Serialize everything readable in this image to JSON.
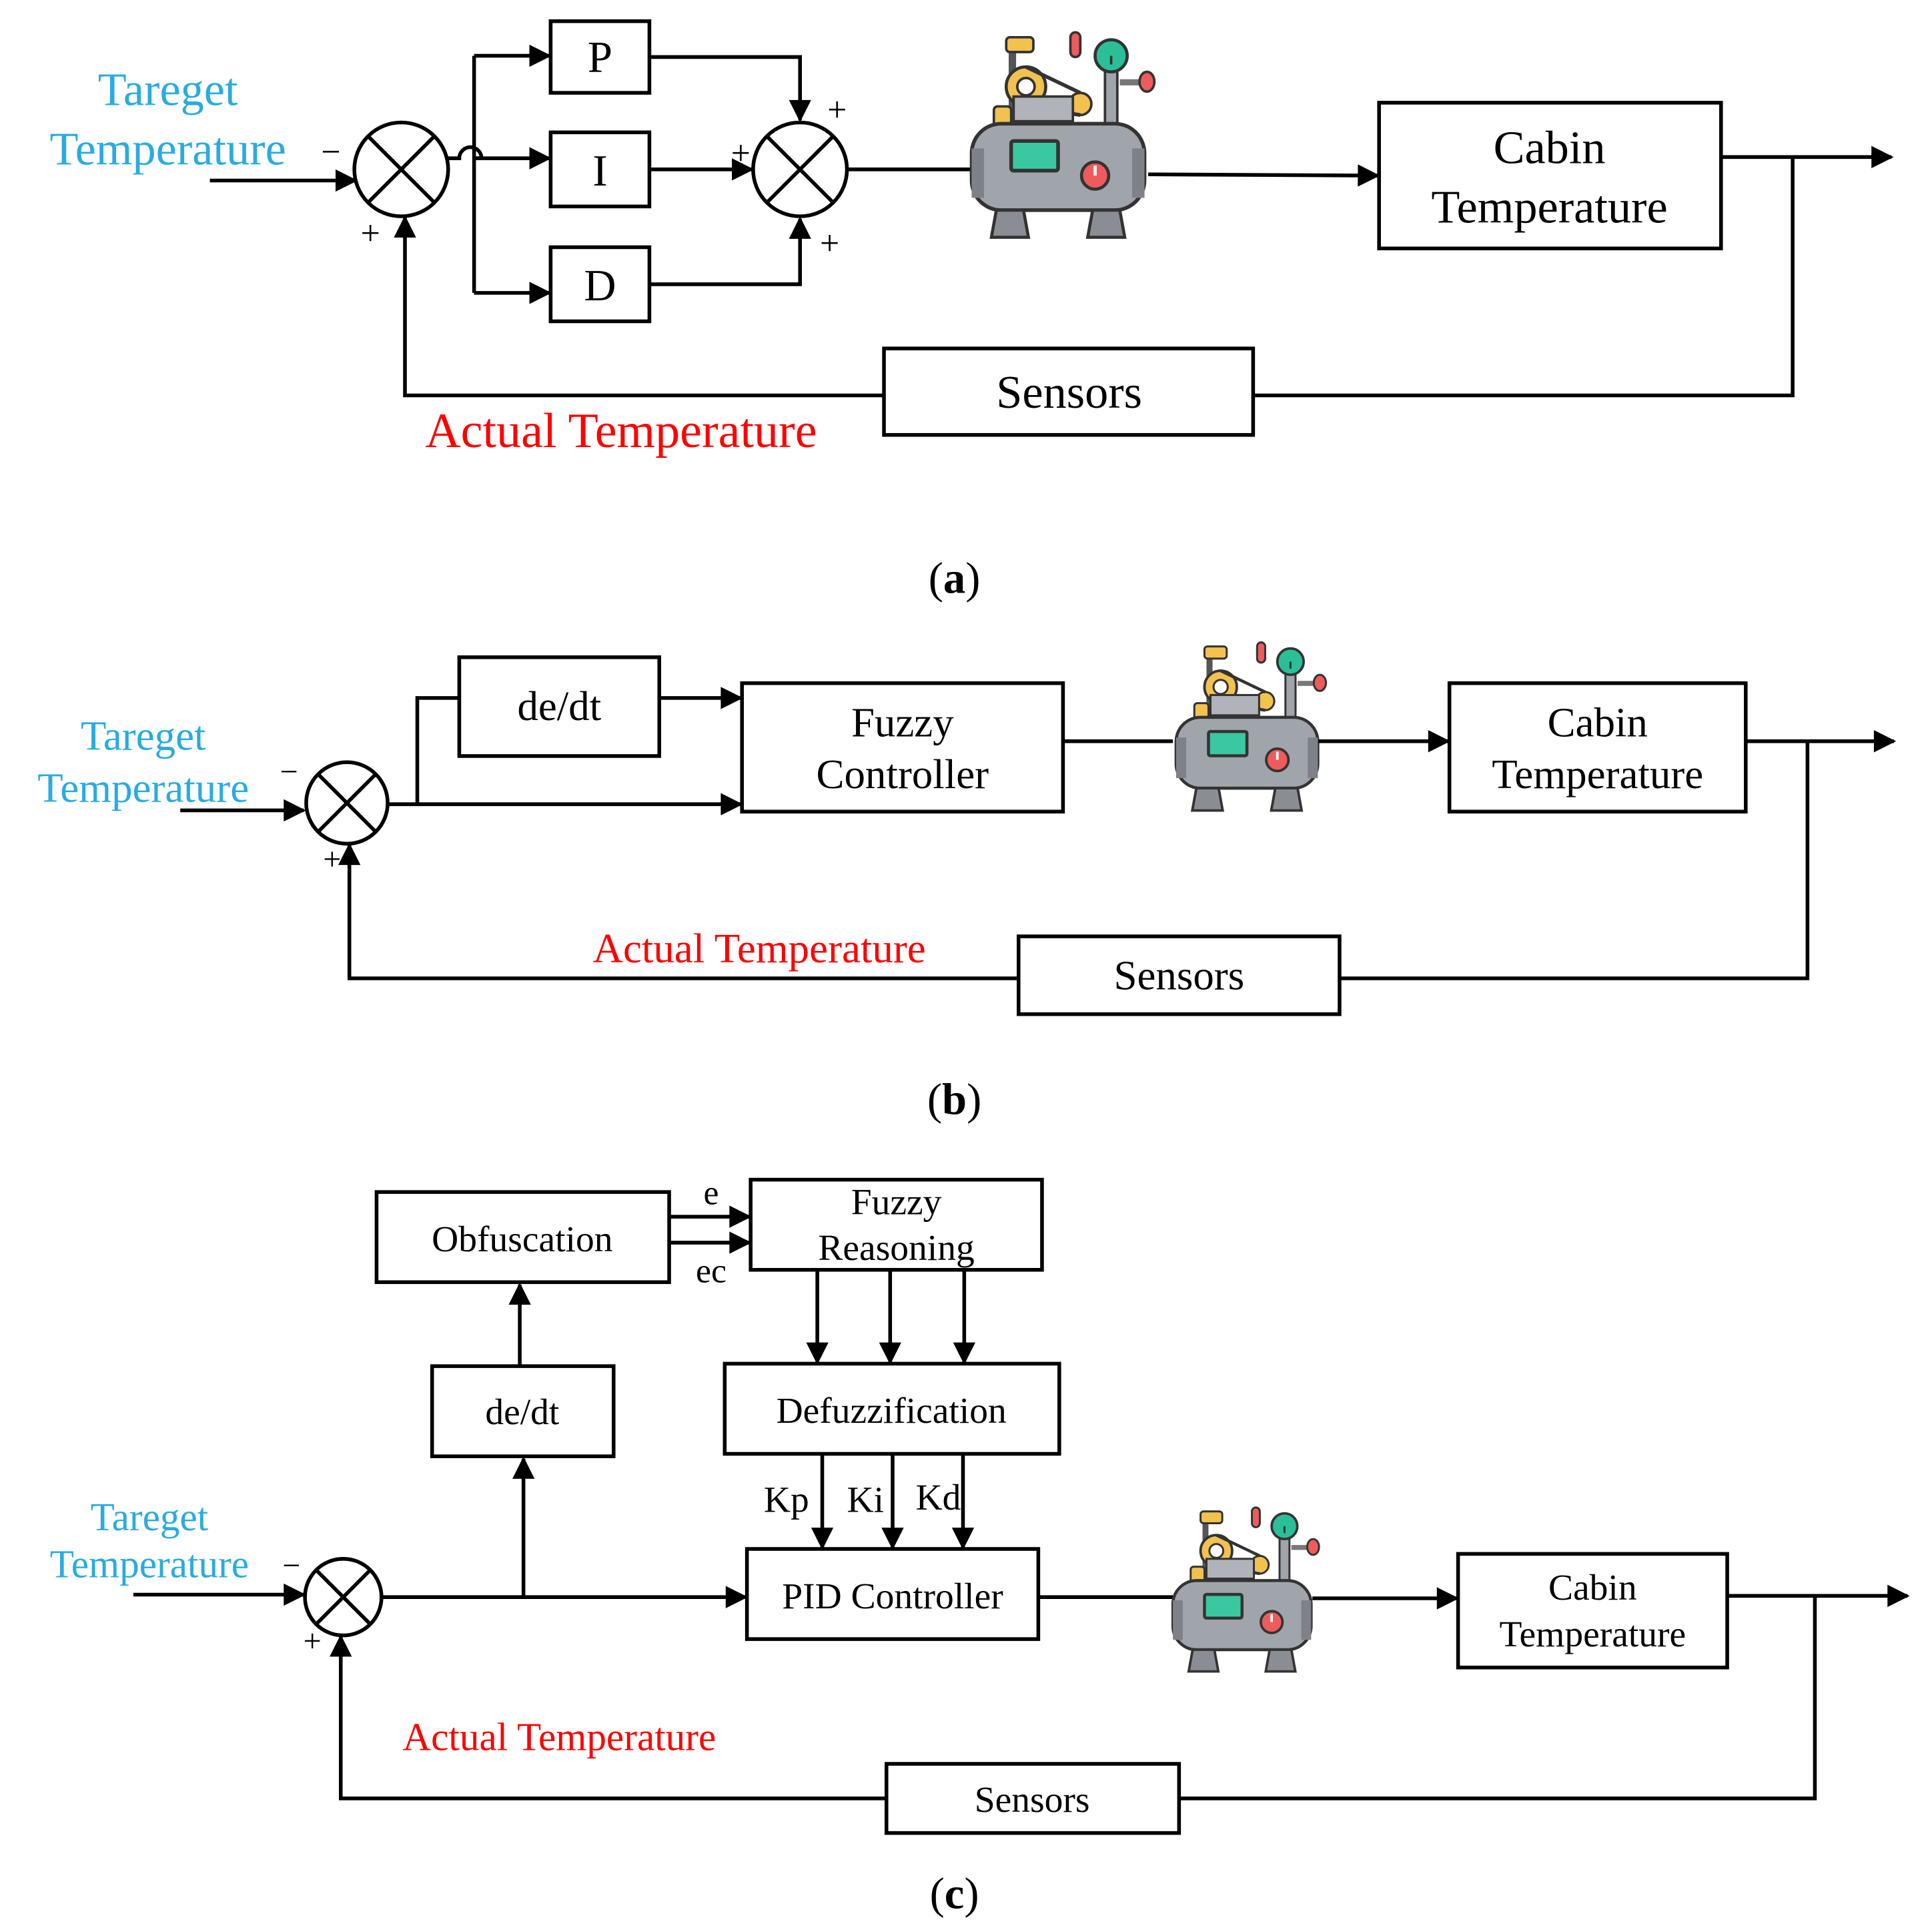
{
  "colors": {
    "target": "#29abe2",
    "actual": "#ff0000",
    "line": "#000000",
    "compressor_body": "#a0a4ab",
    "compressor_screen": "#3ac8a0",
    "compressor_gauge_red": "#ef5b5b",
    "compressor_gauge_green": "#2bbf98",
    "compressor_pulley": "#f2c14e"
  },
  "panel_a": {
    "caption_open": "(",
    "caption_letter": "a",
    "caption_close": ")",
    "target_line1": "Tareget",
    "target_line2": "Temperature",
    "actual_label": "Actual Temperature",
    "p_label": "P",
    "i_label": "I",
    "d_label": "D",
    "cabin_line1": "Cabin",
    "cabin_line2": "Temperature",
    "sensors_label": "Sensors",
    "minus": "−",
    "plus": "+",
    "icon": "air-compressor-icon"
  },
  "panel_b": {
    "caption_open": "(",
    "caption_letter": "b",
    "caption_close": ")",
    "target_line1": "Tareget",
    "target_line2": "Temperature",
    "actual_label": "Actual Temperature",
    "dedt_label": "de/dt",
    "fuzzy_line1": "Fuzzy",
    "fuzzy_line2": "Controller",
    "cabin_line1": "Cabin",
    "cabin_line2": "Temperature",
    "sensors_label": "Sensors",
    "minus": "−",
    "plus": "+",
    "icon": "air-compressor-icon"
  },
  "panel_c": {
    "caption_open": "(",
    "caption_letter": "c",
    "caption_close": ")",
    "target_line1": "Tareget",
    "target_line2": "Temperature",
    "actual_label": "Actual Temperature",
    "obfuscation_label": "Obfuscation",
    "e_label": "e",
    "ec_label": "ec",
    "fuzzy_line1": "Fuzzy",
    "fuzzy_line2": "Reasoning",
    "defuzz_label": "Defuzzification",
    "dedt_label": "de/dt",
    "kp_label": "Kp",
    "ki_label": "Ki",
    "kd_label": "Kd",
    "pid_label": "PID Controller",
    "cabin_line1": "Cabin",
    "cabin_line2": "Temperature",
    "sensors_label": "Sensors",
    "minus": "−",
    "plus": "+",
    "icon": "air-compressor-icon"
  }
}
